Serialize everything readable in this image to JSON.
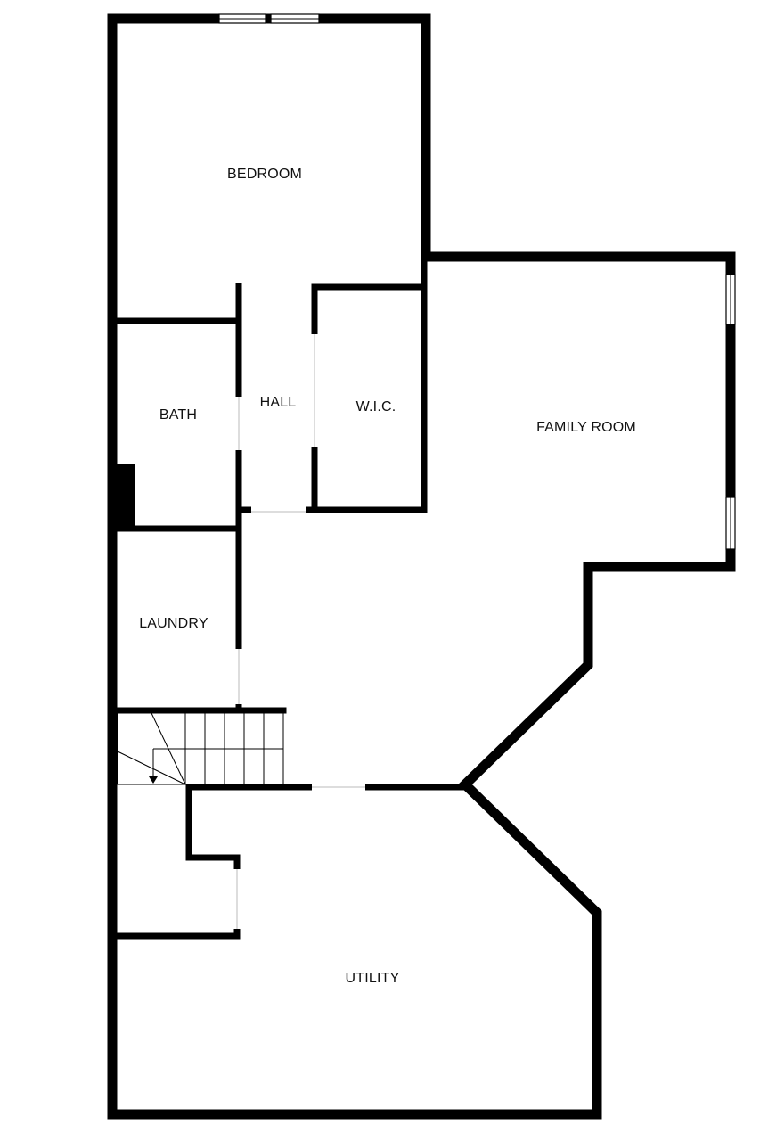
{
  "floorplan": {
    "rooms": {
      "bedroom": "BEDROOM",
      "bath": "BATH",
      "hall": "HALL",
      "wic": "W.I.C.",
      "family_room": "FAMILY ROOM",
      "laundry": "LAUNDRY",
      "utility": "UTILITY"
    }
  }
}
